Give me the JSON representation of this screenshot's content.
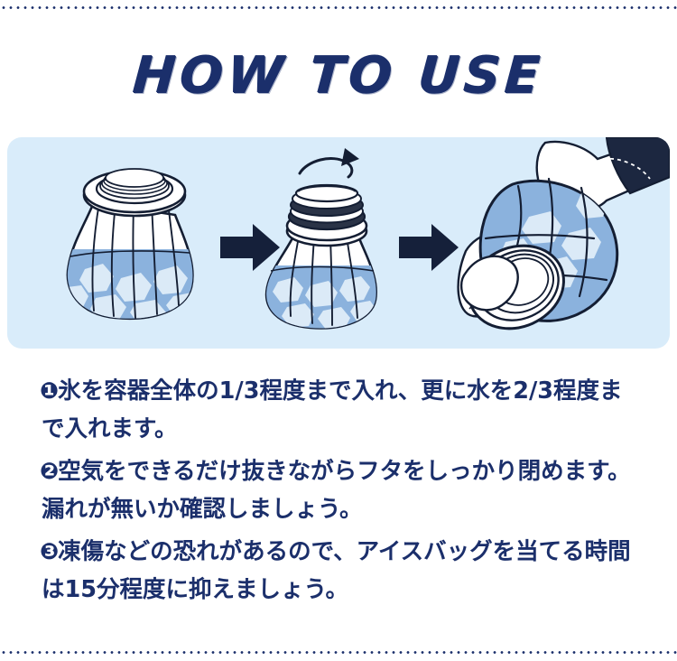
{
  "header": {
    "title": "HOW TO USE",
    "title_color": "#1b2f6b"
  },
  "illustration_panel": {
    "background_color": "#d9ecfa",
    "arrow_color": "#15203a",
    "water_color": "#8bb2dd",
    "ice_color": "#d9e9f7",
    "outline_color": "#141e33",
    "steps": [
      {
        "name": "fill-ice-bag",
        "caption_alt": "氷と水を入れたアイスバッグ（フタを外した状態）"
      },
      {
        "name": "close-lid",
        "caption_alt": "フタを回して閉めるアイスバッグ"
      },
      {
        "name": "apply-to-body",
        "caption_alt": "腕に当てているアイスバッグ"
      }
    ],
    "arrows": [
      "arrow-1",
      "arrow-2"
    ],
    "rotation_hint": "rotate-arrow"
  },
  "instructions": [
    {
      "marker": "❶",
      "text": "氷を容器全体の1/3程度まで入れ、更に水を2/3程度まで入れます。"
    },
    {
      "marker": "❷",
      "text": "空気をできるだけ抜きながらフタをしっかり閉めます。漏れが無いか確認しましょう。"
    },
    {
      "marker": "❸",
      "text": "凍傷などの恐れがあるので、アイスバッグを当てる時間は15分程度に抑えましょう。"
    }
  ],
  "decoration": {
    "rule_color": "#1b2f6b",
    "rule_style": "dotted"
  }
}
